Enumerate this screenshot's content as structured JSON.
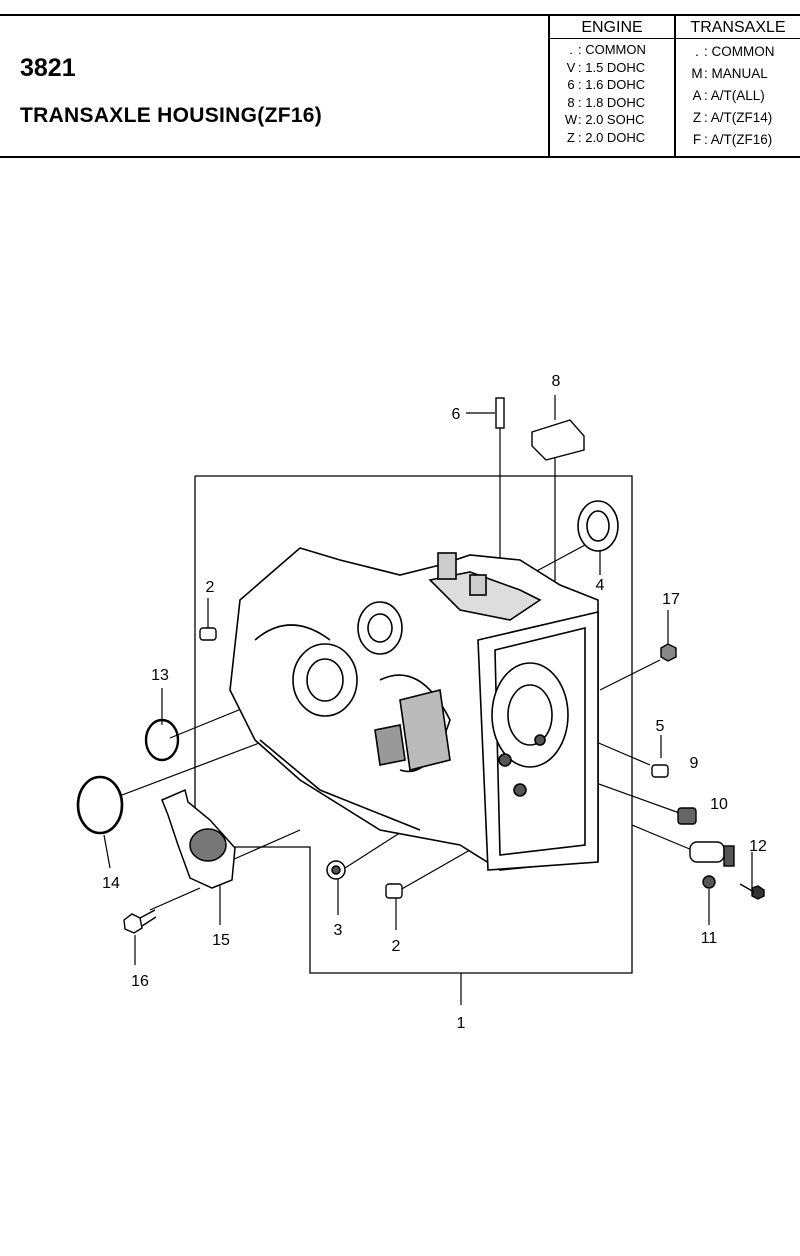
{
  "header": {
    "code": "3821",
    "title": "TRANSAXLE HOUSING(ZF16)"
  },
  "engine": {
    "heading": "ENGINE",
    "items": [
      {
        "key": ".",
        "desc": ": COMMON"
      },
      {
        "key": "V",
        "desc": ": 1.5 DOHC"
      },
      {
        "key": "6",
        "desc": ": 1.6 DOHC"
      },
      {
        "key": "8",
        "desc": ": 1.8 DOHC"
      },
      {
        "key": "W",
        "desc": ": 2.0 SOHC"
      },
      {
        "key": "Z",
        "desc": ": 2.0 DOHC"
      }
    ]
  },
  "transaxle": {
    "heading": "TRANSAXLE",
    "items": [
      {
        "key": ".",
        "desc": ": COMMON"
      },
      {
        "key": "M",
        "desc": ": MANUAL"
      },
      {
        "key": "A",
        "desc": ": A/T(ALL)"
      },
      {
        "key": "Z",
        "desc": ": A/T(ZF14)"
      },
      {
        "key": "F",
        "desc": ": A/T(ZF16)"
      }
    ]
  },
  "callouts": {
    "c1": "1",
    "c2a": "2",
    "c2b": "2",
    "c3": "3",
    "c4": "4",
    "c5": "5",
    "c6": "6",
    "c8": "8",
    "c9": "9",
    "c10": "10",
    "c11": "11",
    "c12": "12",
    "c13": "13",
    "c14": "14",
    "c15": "15",
    "c16": "16",
    "c17": "17"
  }
}
